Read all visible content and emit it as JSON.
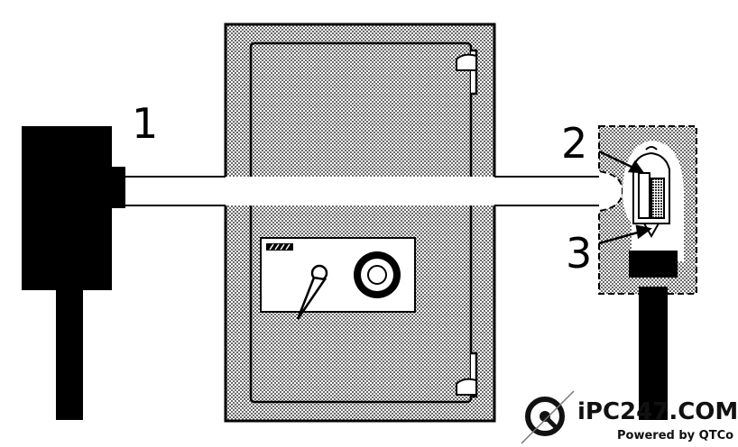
{
  "callouts": {
    "one": "1",
    "two": "2",
    "three": "3"
  },
  "watermark": {
    "brand": "iPC247.COM",
    "tagline": "Powered by QTCo"
  },
  "colors": {
    "ink": "#000000",
    "paper": "#ffffff",
    "stipple": "#6a6a6a"
  }
}
